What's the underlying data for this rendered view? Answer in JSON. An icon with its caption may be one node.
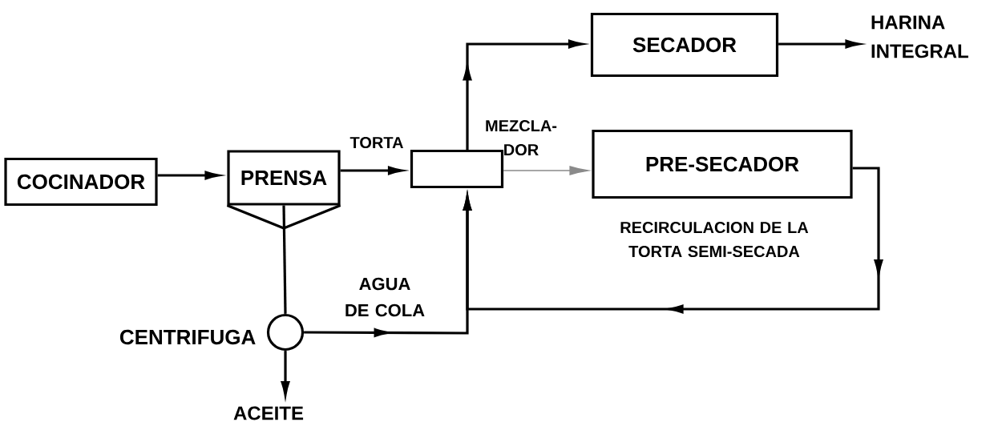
{
  "diagram": {
    "nodes": [
      {
        "text": [
          "COCINADOR"
        ]
      },
      {
        "text": [
          "PRENSA"
        ]
      },
      {
        "text": [],
        "shape": "box",
        "beside": [
          "MEZCLA- DOR"
        ]
      },
      {
        "text": [
          "SECADOR"
        ]
      },
      {
        "text": [
          "HARINA INTEGRAL"
        ]
      },
      {
        "text": [
          "PRE-SECADOR"
        ]
      },
      {
        "text": [
          "CENTRIFUGA"
        ]
      },
      {
        "text": [
          "ACEITE"
        ]
      }
    ],
    "edges": [
      {
        "from": 0,
        "to": 1,
        "arrow": "to"
      },
      {
        "from": 1,
        "to": 2,
        "arrow": "to",
        "label": "TORTA"
      },
      {
        "from": 2,
        "to": 3,
        "arrow": "to"
      },
      {
        "from": 3,
        "to": 4,
        "arrow": "to"
      },
      {
        "from": 2,
        "to": 5,
        "arrow": "to",
        "color": "#8a8a8a"
      },
      {
        "from": 5,
        "to": 2,
        "arrow": "to",
        "label": "RECIRCULACION DE LA TORTA SEMI-SECADA"
      },
      {
        "from": 1,
        "to": 6,
        "arrow": "none"
      },
      {
        "from": 6,
        "to": 2,
        "arrow": "to",
        "label": "AGUA DE COLA"
      },
      {
        "from": 6,
        "to": 7,
        "arrow": "to"
      }
    ]
  }
}
